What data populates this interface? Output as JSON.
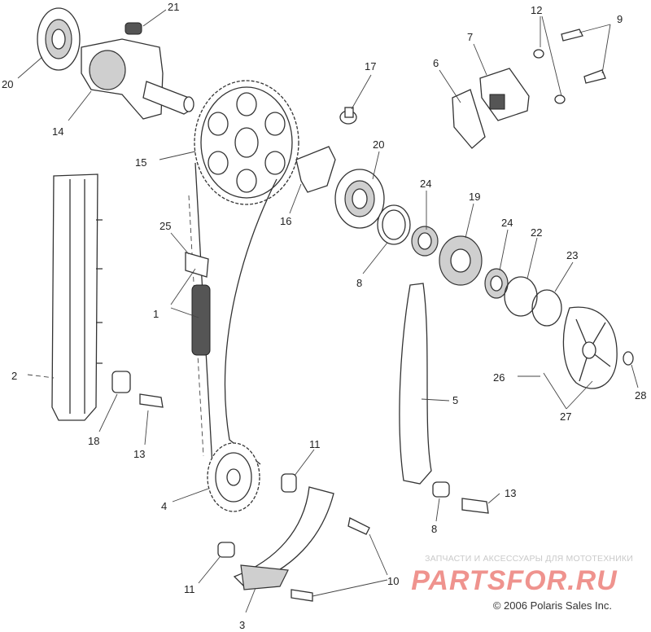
{
  "diagram": {
    "callouts": [
      "21",
      "20",
      "12",
      "9",
      "7",
      "6",
      "17",
      "14",
      "15",
      "20",
      "16",
      "24",
      "19",
      "24",
      "22",
      "23",
      "25",
      "1",
      "8",
      "2",
      "26",
      "28",
      "27",
      "5",
      "18",
      "13",
      "11",
      "4",
      "8",
      "13",
      "11",
      "10",
      "3"
    ]
  },
  "watermark": {
    "caption": "ЗАПЧАСТИ И АКСЕССУАРЫ ДЛЯ МОТОТЕХНИКИ",
    "logo_text": "PARTSFOR.RU",
    "color": "#e23a32"
  },
  "copyright": "© 2006 Polaris Sales Inc."
}
